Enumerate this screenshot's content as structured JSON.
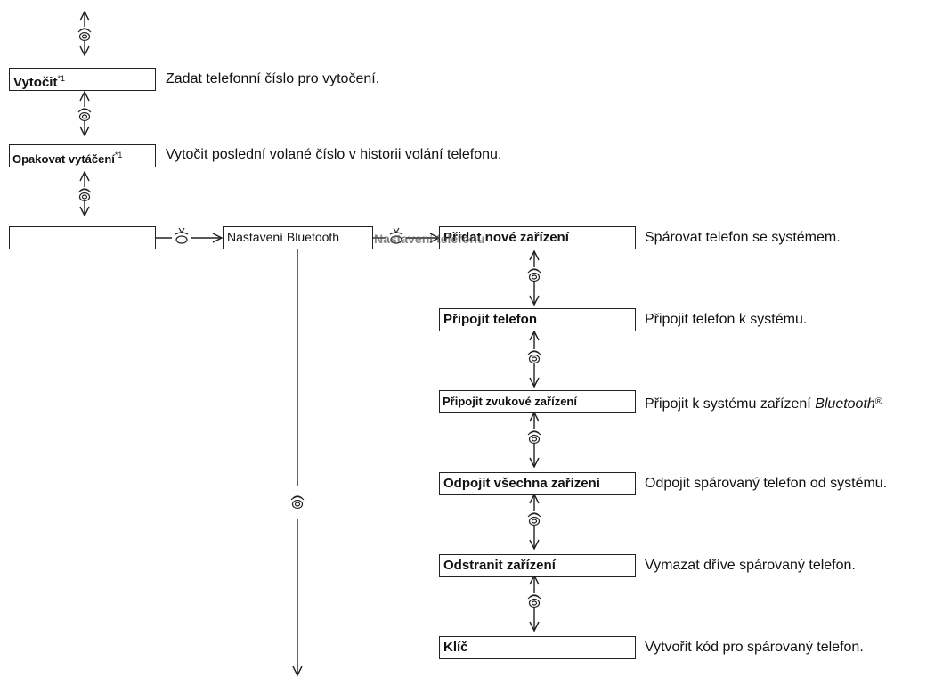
{
  "nav_icon": "phone-knob-icon",
  "select_icon": "press-knob-icon",
  "line_color": "#222222",
  "left_menu": [
    {
      "label": "Vytočit",
      "sup": "*1",
      "desc": "Zadat telefonní číslo pro vytočení."
    },
    {
      "label": "Opakovat vytáčení",
      "sup": "*1",
      "desc": "Vytočit poslední volané číslo v historii volání telefonu."
    },
    {
      "label": "",
      "sup": "",
      "desc": ""
    }
  ],
  "middle_box": {
    "label": "Nastavení Bluetooth"
  },
  "right_menu_header": "Nastavení telefonu",
  "right_menu": [
    {
      "label": "Přidat nové zařízení",
      "desc": "Spárovat telefon se systémem."
    },
    {
      "label": "Připojit telefon",
      "desc": "Připojit telefon k systému."
    },
    {
      "label": "Připojit zvukové zařízení",
      "desc": "Připojit k systému zařízení",
      "desc_italic": "Bluetooth",
      "desc_mark": "®."
    },
    {
      "label": "Odpojit všechna zařízení",
      "desc": "Odpojit spárovaný telefon od systému."
    },
    {
      "label": "Odstranit zařízení",
      "desc": "Vymazat dříve spárovaný telefon."
    },
    {
      "label": "Klíč",
      "desc": "Vytvořit kód pro spárovaný telefon."
    }
  ]
}
